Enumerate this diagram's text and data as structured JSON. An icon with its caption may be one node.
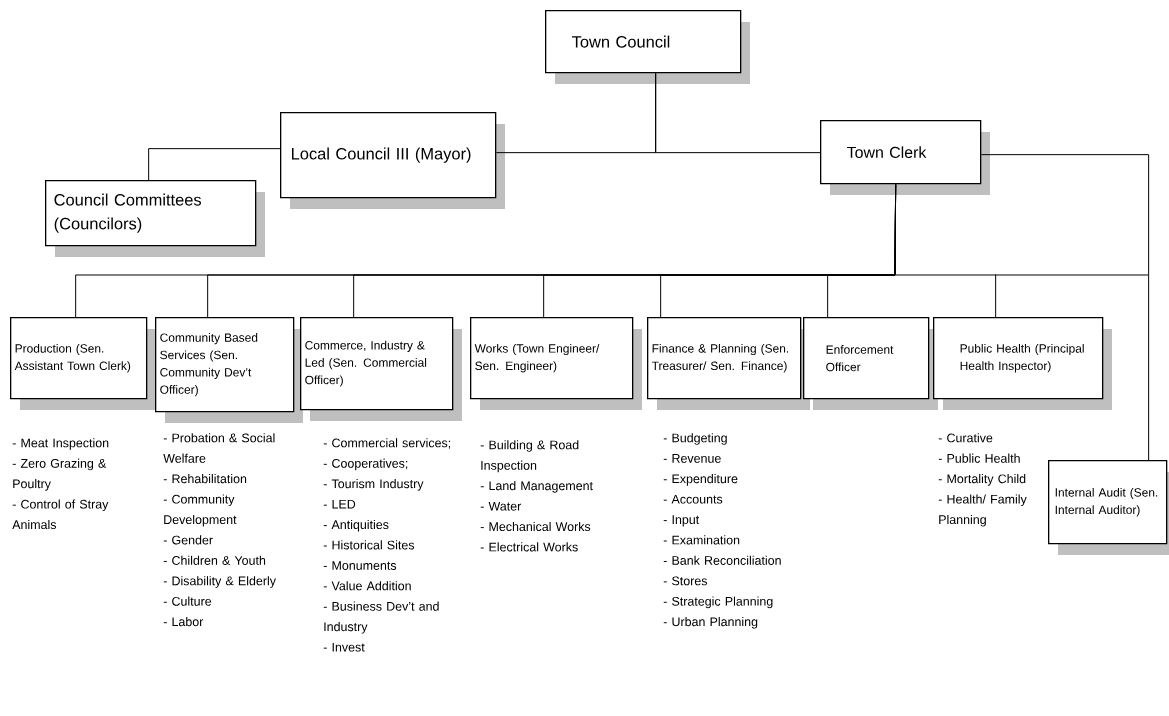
{
  "diagram": {
    "nodes": [
      {
        "text": [
          "Town Council"
        ]
      },
      {
        "text": [
          "Local Council III (Mayor)"
        ]
      },
      {
        "text": [
          "Town Clerk"
        ]
      },
      {
        "text": [
          "Council Committees (Councilors)"
        ]
      },
      {
        "text": [
          "Production (Sen. Assistant Town Clerk)"
        ],
        "beside": [
          "- Meat Inspection",
          "- Zero Grazing & Poultry",
          "- Control of Stray Animals"
        ]
      },
      {
        "text": [
          "Community Based Services (Sen. Community Dev’t Officer)"
        ],
        "beside": [
          "- Probation & Social Welfare",
          "- Rehabilitation",
          "- Community Development",
          "- Gender",
          "- Children & Youth",
          "- Disability & Elderly",
          "- Culture",
          "- Labor"
        ]
      },
      {
        "text": [
          "Commerce, Industry & Led (Sen. Commercial Officer)"
        ],
        "beside": [
          "- Commercial services;",
          "- Cooperatives;",
          "- Tourism Industry",
          "- LED",
          "- Antiquities",
          "- Historical Sites",
          "- Monuments",
          "- Value Addition",
          "- Business Dev’t and Industry",
          "- Invest"
        ]
      },
      {
        "text": [
          "Works (Town Engineer/ Sen. Engineer)"
        ],
        "beside": [
          "- Building & Road Inspection",
          "- Land Management",
          "- Water",
          "- Mechanical Works",
          "- Electrical Works"
        ]
      },
      {
        "text": [
          "Finance & Planning (Sen. Treasurer/ Sen. Finance)"
        ],
        "beside": [
          "- Budgeting",
          "- Revenue",
          "- Expenditure",
          "- Accounts",
          "- Input",
          "- Examination",
          "- Bank Reconciliation",
          "- Stores",
          "- Strategic Planning",
          "- Urban Planning"
        ]
      },
      {
        "text": [
          "Enforcement Officer"
        ]
      },
      {
        "text": [
          "Public Health (Principal Health Inspector)"
        ],
        "beside": [
          "- Curative",
          "- Public Health",
          "- Mortality Child",
          "- Health/ Family Planning"
        ]
      },
      {
        "text": [
          "Internal Audit (Sen. Internal Auditor)"
        ]
      }
    ],
    "edges": [
      {
        "from": 0,
        "to": 1,
        "arrow": "none"
      },
      {
        "from": 0,
        "to": 2,
        "arrow": "none"
      },
      {
        "from": 1,
        "to": 3,
        "arrow": "none"
      },
      {
        "from": 2,
        "to": 11,
        "arrow": "none"
      },
      {
        "from": 2,
        "to": 4,
        "arrow": "none"
      },
      {
        "from": 2,
        "to": 5,
        "arrow": "none"
      },
      {
        "from": 2,
        "to": 6,
        "arrow": "none"
      },
      {
        "from": 2,
        "to": 7,
        "arrow": "none"
      },
      {
        "from": 2,
        "to": 8,
        "arrow": "none"
      },
      {
        "from": 2,
        "to": 9,
        "arrow": "none"
      },
      {
        "from": 2,
        "to": 10,
        "arrow": "none"
      }
    ]
  }
}
